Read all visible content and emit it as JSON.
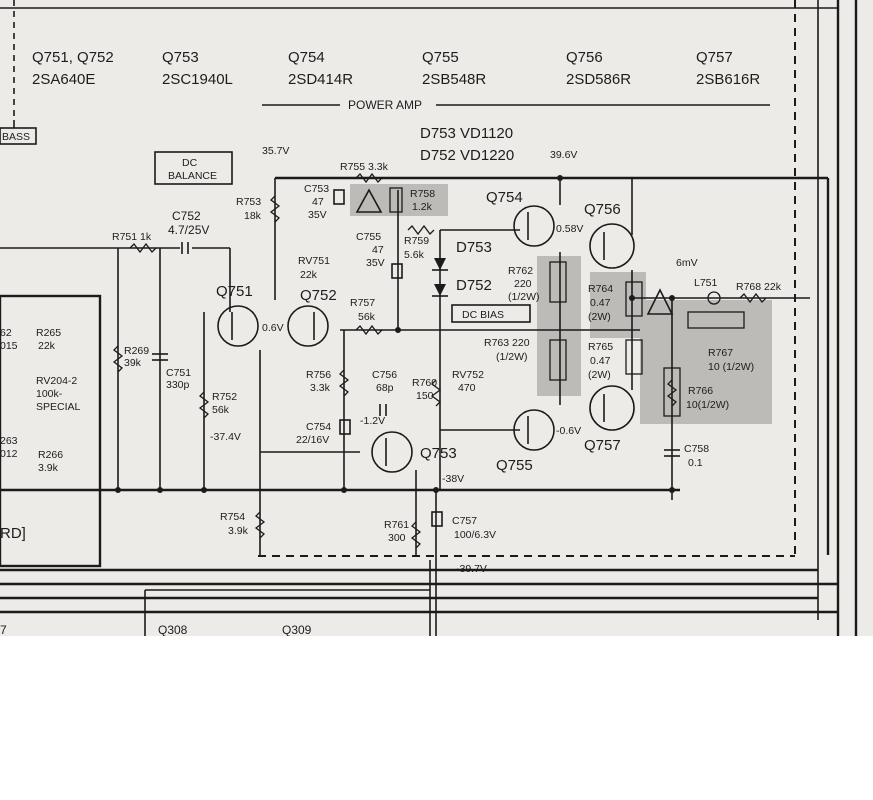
{
  "transistors_header": [
    {
      "ref": "Q751, Q752",
      "part": "2SA640E"
    },
    {
      "ref": "Q753",
      "part": "2SC1940L"
    },
    {
      "ref": "Q754",
      "part": "2SD414R"
    },
    {
      "ref": "Q755",
      "part": "2SB548R"
    },
    {
      "ref": "Q756",
      "part": "2SD586R"
    },
    {
      "ref": "Q757",
      "part": "2SB616R"
    }
  ],
  "section_title": "POWER AMP",
  "diodes_header": [
    "D753 VD1120",
    "D752 VD1220"
  ],
  "boxes": {
    "bass": "BASS",
    "dc_balance_1": "DC",
    "dc_balance_2": "BALANCE",
    "dc_bias": "DC BIAS"
  },
  "voltages": {
    "v357": "35.7V",
    "v396": "39.6V",
    "v058": "0.58V",
    "v06": "0.6V",
    "vm06": "-0.6V",
    "vm12": "-1.2V",
    "vm374": "-37.4V",
    "vm38": "-38V",
    "vm397": "-39.7V",
    "v6mv": "6mV"
  },
  "labels": {
    "r755": "R755 3.3k",
    "c753": "C753",
    "c753_v1": "47",
    "c753_v2": "35V",
    "r758": "R758",
    "r758_v": "1.2k",
    "r753": "R753",
    "r753_v": "18k",
    "c752": "C752",
    "c752_v": "4.7/25V",
    "r751": "R751 1k",
    "c755": "C755",
    "c755_v1": "47",
    "c755_v2": "35V",
    "r759": "R759",
    "r759_v": "5.6k",
    "d753": "D753",
    "d752": "D752",
    "q754": "Q754",
    "q756": "Q756",
    "q751": "Q751",
    "q752": "Q752",
    "q753": "Q753",
    "q755": "Q755",
    "q757": "Q757",
    "rv751": "RV751",
    "rv751_v": "22k",
    "r757": "R757",
    "r757_v": "56k",
    "r762": "R762",
    "r762_v1": "220",
    "r762_v2": "(1/2W)",
    "r764": "R764",
    "r764_v1": "0.47",
    "r764_v2": "(2W)",
    "r765": "R765",
    "r765_v1": "0.47",
    "r765_v2": "(2W)",
    "r763": "R763 220",
    "r763_v": "(1/2W)",
    "l751": "L751",
    "r768": "R768 22k",
    "r767": "R767",
    "r767_v": "10 (1/2W)",
    "r766": "R766",
    "r766_v": "10(1/2W)",
    "c758": "C758",
    "c758_v": "0.1",
    "r269": "R269",
    "r269_v": "39k",
    "c751": "C751",
    "c751_v": "330p",
    "r752": "R752",
    "r752_v": "56k",
    "r756": "R756",
    "r756_v": "3.3k",
    "c756": "C756",
    "c756_v": "68p",
    "c754": "C754",
    "c754_v": "22/16V",
    "r760": "R760",
    "r760_v": "150",
    "rv752": "RV752",
    "rv752_v": "470",
    "r754": "R754",
    "r754_v": "3.9k",
    "r761": "R761",
    "r761_v": "300",
    "c757": "C757",
    "c757_v": "100/6.3V",
    "r265": "R265",
    "r265_v": "22k",
    "rv204": "RV204-2",
    "rv204_v1": "100k-",
    "rv204_v2": "SPECIAL",
    "r266": "R266",
    "r266_v": "3.9k",
    "frag_62": "62",
    "frag_015": "015",
    "frag_263": "263",
    "frag_012": "012",
    "frag_rd": "RD]",
    "bottom_q308": "Q308",
    "bottom_q309": "Q309",
    "bottom_7": "7"
  },
  "colors": {
    "paper": "#ecebe8",
    "ink": "#1b1b1b",
    "shade": "#b9b7b3"
  }
}
